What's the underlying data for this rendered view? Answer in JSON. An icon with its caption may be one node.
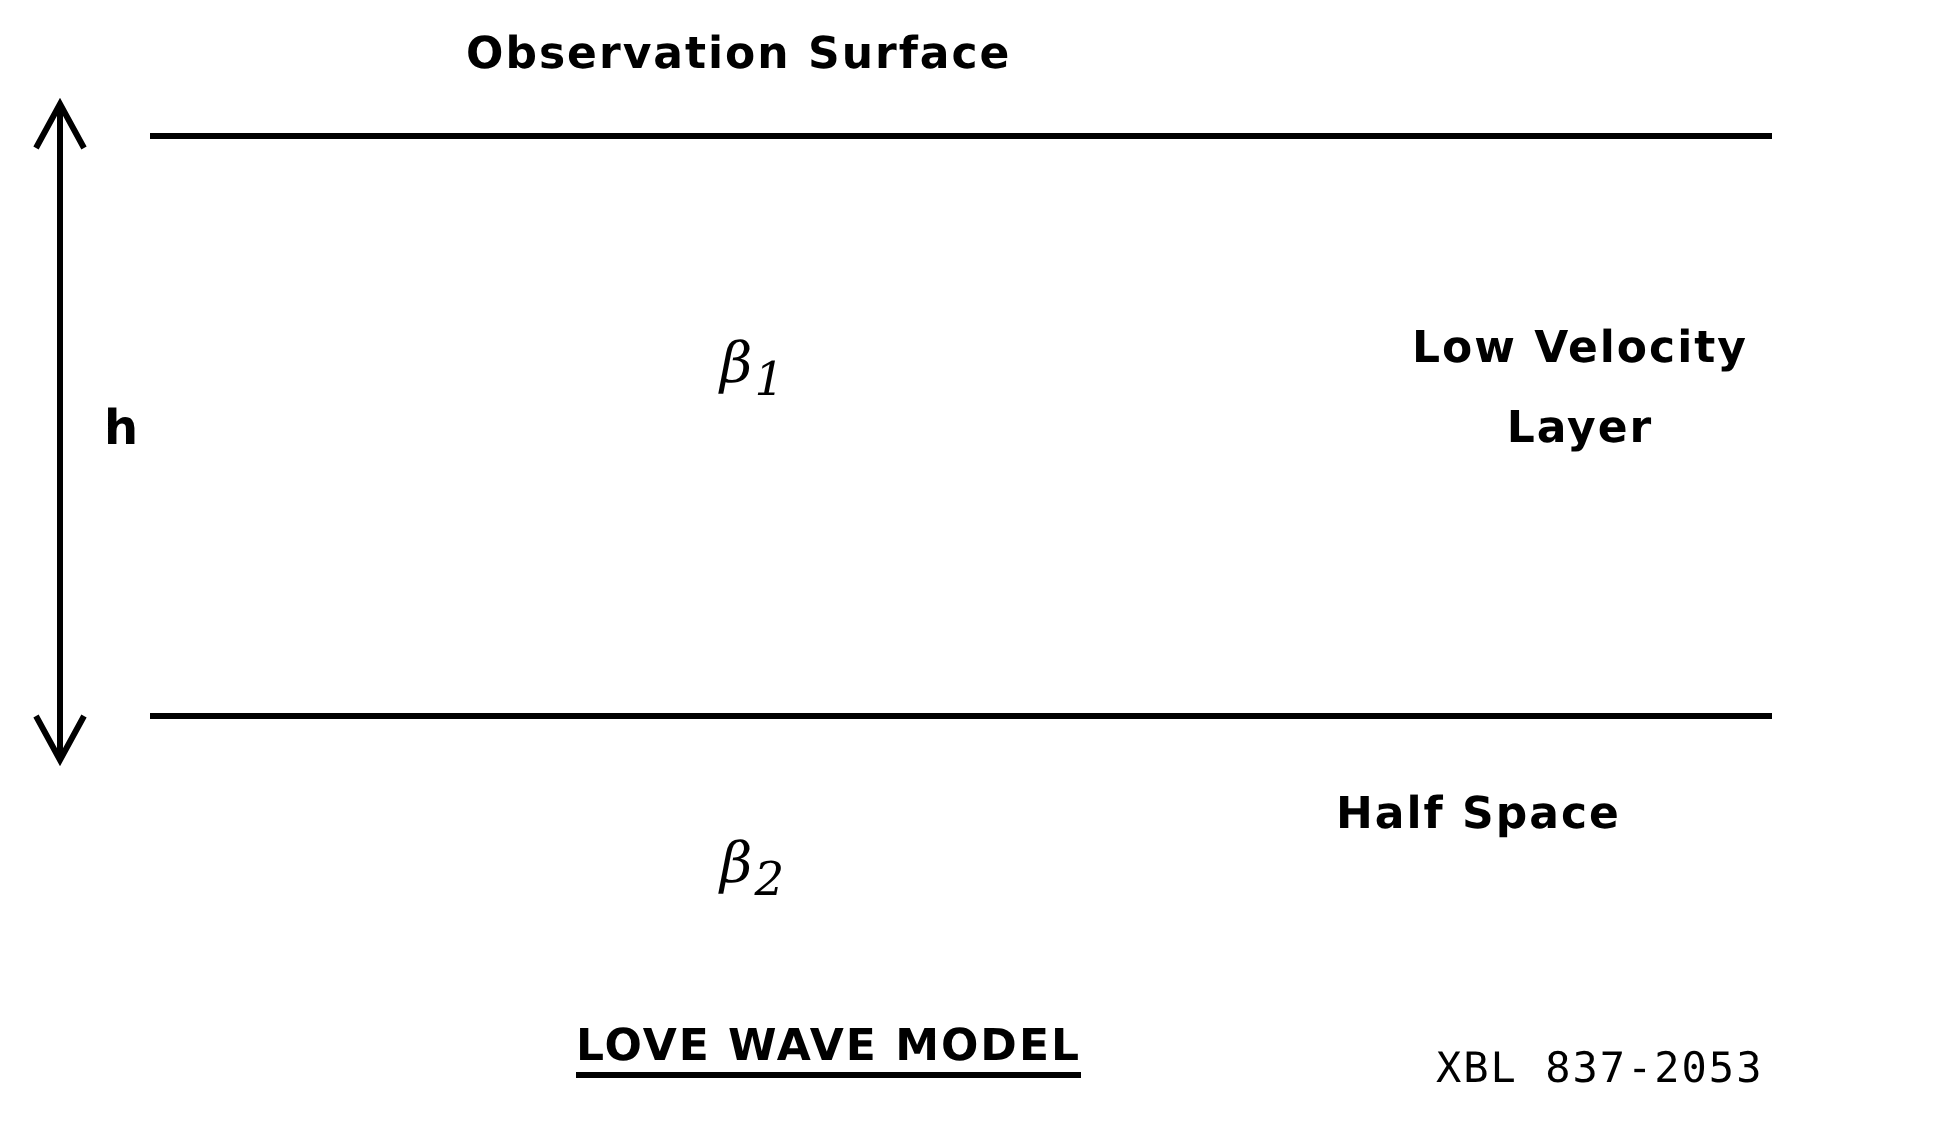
{
  "diagram": {
    "caption": "LOVE WAVE MODEL",
    "labels": [
      "Observation Surface",
      "h",
      "β$_{1}$",
      "Low Velocity Layer",
      "Half Space",
      "β$_{2}$",
      "XBL 837-2053"
    ]
  }
}
